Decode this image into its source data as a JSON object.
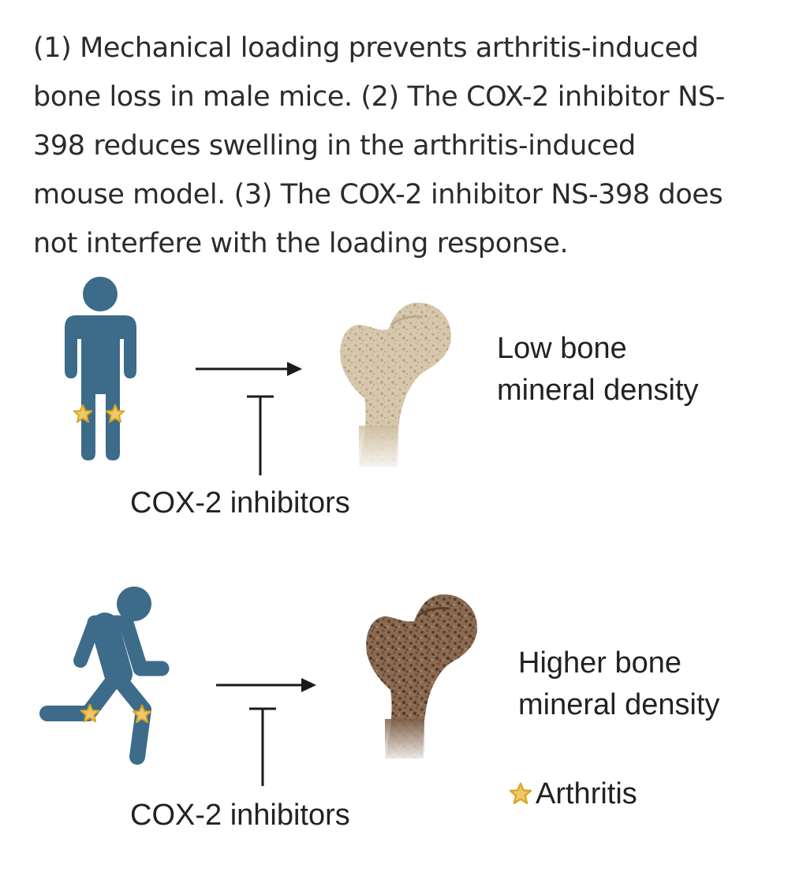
{
  "summary": {
    "lines": [
      "(1) Mechanical loading prevents arthritis-induced",
      "bone loss in male mice. (2) The COX-2 inhibitor NS-",
      "398 reduces swelling in the arthritis-induced",
      "mouse model. (3) The COX-2 inhibitor NS-398 does",
      "not interfere with the loading response."
    ]
  },
  "panels": [
    {
      "figure": "standing-person-icon",
      "inhibitor_label": "COX-2 inhibitors",
      "outcome_lines": [
        "Low bone",
        "mineral density"
      ]
    },
    {
      "figure": "running-person-icon",
      "inhibitor_label": "COX-2 inhibitors",
      "outcome_lines": [
        "Higher bone",
        "mineral density"
      ]
    }
  ],
  "legend": {
    "icon": "star-icon",
    "label": "Arthritis"
  },
  "colors": {
    "figure": "#3d6b8a",
    "star_fill": "#f2c66b",
    "star_stroke": "#d9a520",
    "bone_light": "#d7c8ad",
    "bone_dark": "#7a5a43",
    "arrow": "#1a1a1a"
  }
}
